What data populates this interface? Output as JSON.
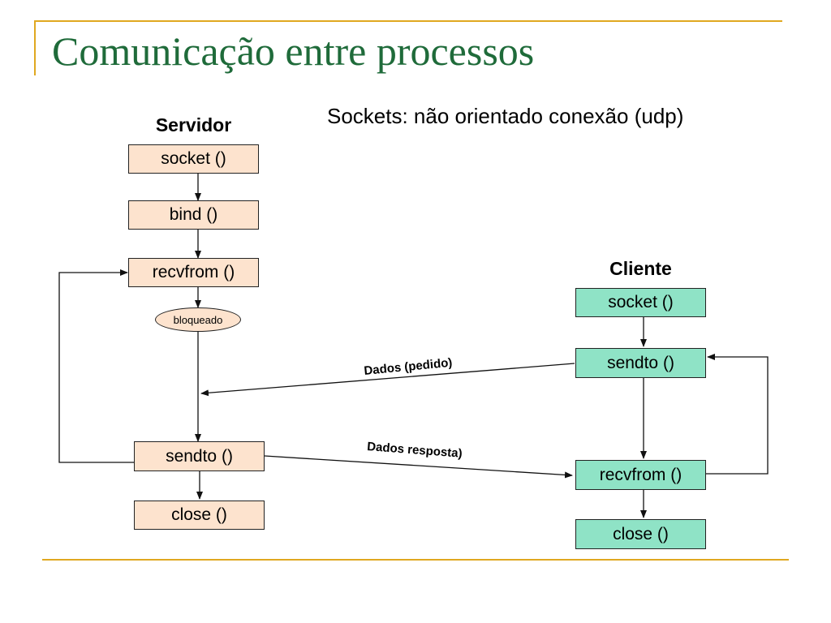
{
  "slide": {
    "title": "Comunicação entre processos",
    "subtitle": "Sockets: não orientado conexão (udp)",
    "colors": {
      "title": "#1f6b3a",
      "accent_rule": "#e0a820",
      "server_box": "#fde3ce",
      "client_box": "#8fe3c6"
    }
  },
  "server": {
    "heading": "Servidor",
    "steps": {
      "socket": "socket ()",
      "bind": "bind ()",
      "recvfrom": "recvfrom ()",
      "blocked": "bloqueado",
      "sendto": "sendto ()",
      "close": "close ()"
    }
  },
  "client": {
    "heading": "Cliente",
    "steps": {
      "socket": "socket ()",
      "sendto": "sendto ()",
      "recvfrom": "recvfrom ()",
      "close": "close ()"
    }
  },
  "messages": {
    "request": "Dados (pedido)",
    "response": "Dados resposta)"
  }
}
